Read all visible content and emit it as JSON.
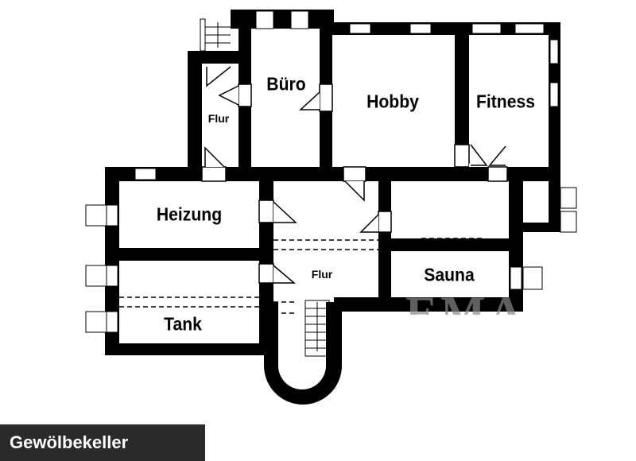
{
  "plan": {
    "title": "Gewölbekeller",
    "rooms": [
      {
        "id": "buero",
        "label": "Büro"
      },
      {
        "id": "hobby",
        "label": "Hobby"
      },
      {
        "id": "fitness",
        "label": "Fitness"
      },
      {
        "id": "flur-upper",
        "label": "Flur"
      },
      {
        "id": "heizung",
        "label": "Heizung"
      },
      {
        "id": "flur-center",
        "label": "Flur"
      },
      {
        "id": "sauna",
        "label": "Sauna"
      },
      {
        "id": "tank",
        "label": "Tank"
      }
    ],
    "watermark": "EMA",
    "colors": {
      "wall": "#000000",
      "background": "#ffffff",
      "footer": "#2a2a2a"
    }
  }
}
